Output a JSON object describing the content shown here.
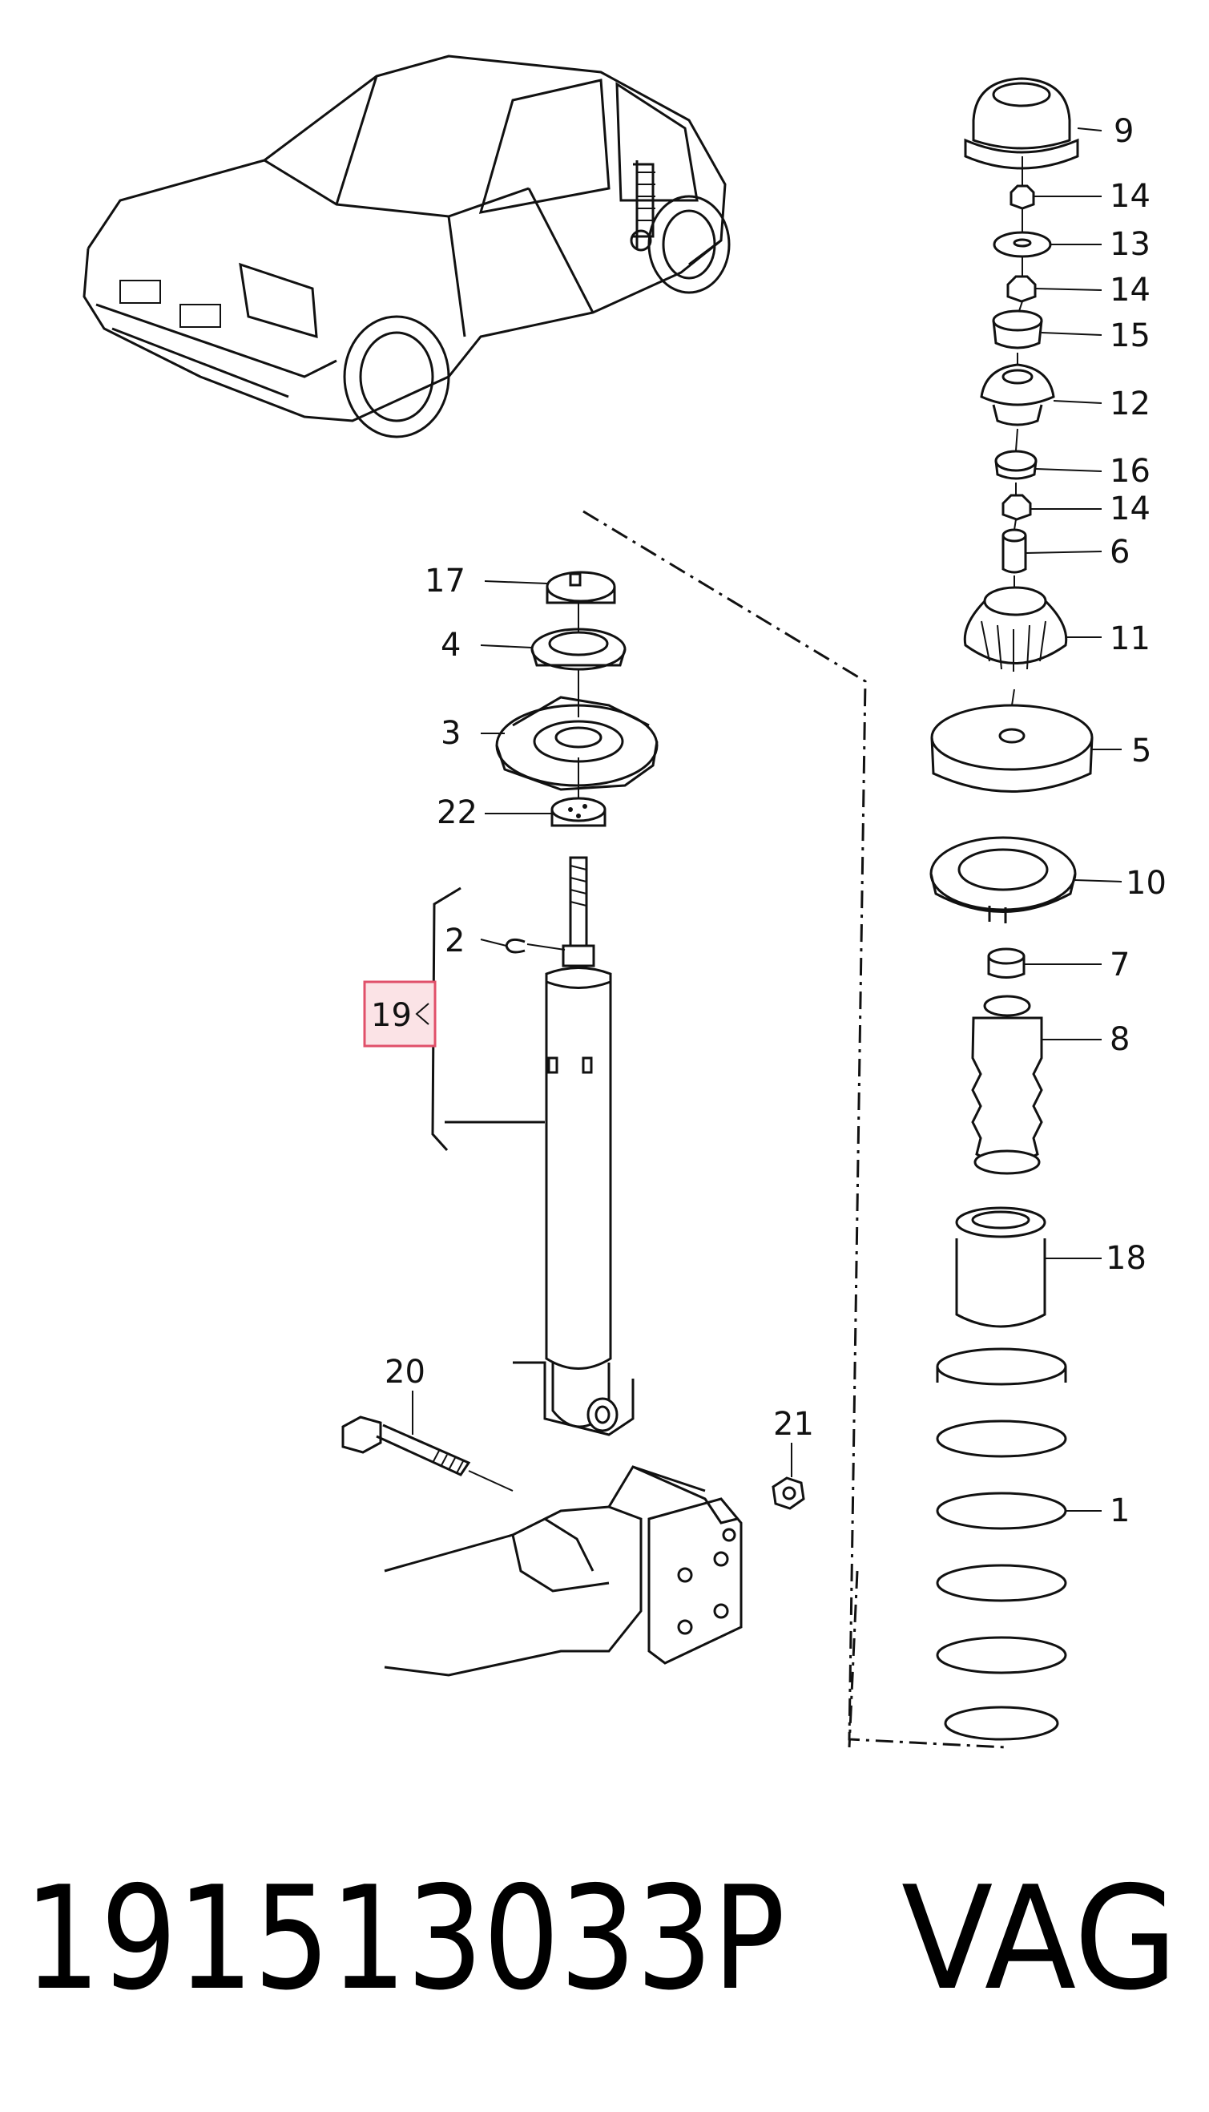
{
  "callouts": {
    "n1": "1",
    "n2": "2",
    "n3": "3",
    "n4": "4",
    "n5": "5",
    "n6": "6",
    "n7": "7",
    "n8": "8",
    "n9": "9",
    "n10": "10",
    "n11": "11",
    "n12": "12",
    "n13": "13",
    "n14a": "14",
    "n14b": "14",
    "n14c": "14",
    "n15": "15",
    "n16": "16",
    "n17": "17",
    "n18": "18",
    "n19": "19",
    "n20": "20",
    "n21": "21",
    "n22": "22"
  },
  "footer": {
    "part_number": "191513033P",
    "brand": "VAG"
  },
  "highlight_color": "#e0506a"
}
